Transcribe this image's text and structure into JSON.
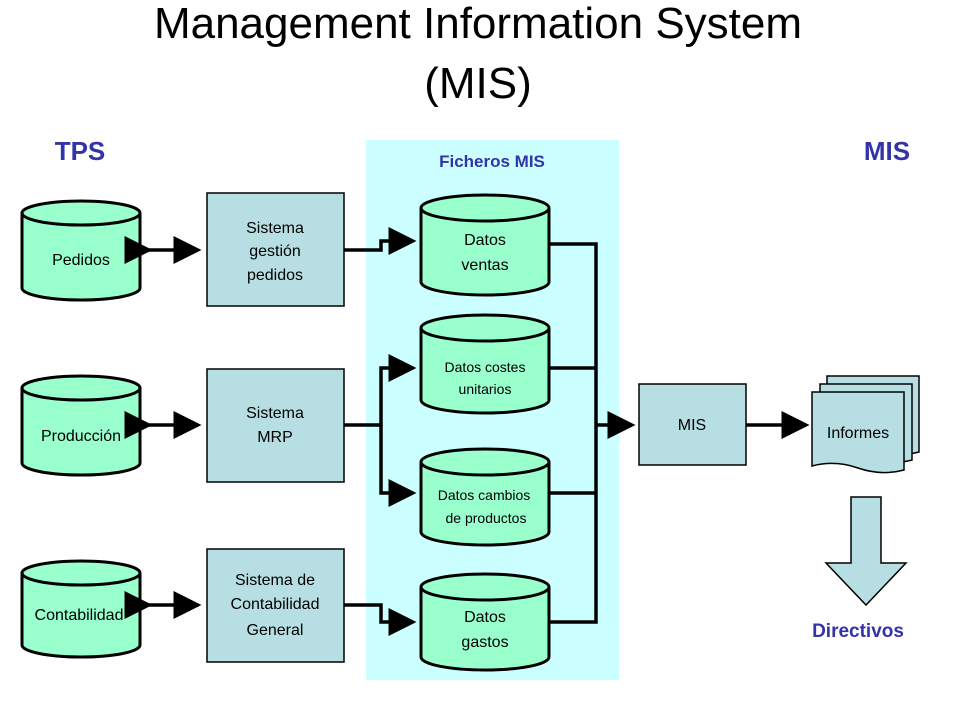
{
  "title": {
    "line1": "Management Information System",
    "line2": "(MIS)"
  },
  "sections": {
    "tps": "TPS",
    "mis": "MIS",
    "ficheros": "Ficheros MIS"
  },
  "tps_stores": [
    {
      "label": "Pedidos"
    },
    {
      "label": "Producción"
    },
    {
      "label": "Contabilidad"
    }
  ],
  "systems": [
    {
      "lines": [
        "Sistema",
        "gestión",
        "pedidos"
      ]
    },
    {
      "lines": [
        "Sistema",
        "MRP"
      ]
    },
    {
      "lines": [
        "Sistema de",
        "Contabilidad",
        "General"
      ]
    }
  ],
  "mis_files": [
    {
      "lines": [
        "Datos",
        "ventas"
      ]
    },
    {
      "lines": [
        "Datos costes",
        "unitarios"
      ]
    },
    {
      "lines": [
        "Datos cambios",
        "de productos"
      ]
    },
    {
      "lines": [
        "Datos",
        "gastos"
      ]
    }
  ],
  "mis_box": {
    "label": "MIS"
  },
  "reports": {
    "label": "Informes"
  },
  "directivos": {
    "label": "Directivos"
  },
  "colors": {
    "store_fill": "#99ffcc",
    "process_fill": "#b7dfe3",
    "panel_fill": "#ccffff",
    "heading": "#3333aa",
    "arrow_fill": "#b7dfe3"
  }
}
